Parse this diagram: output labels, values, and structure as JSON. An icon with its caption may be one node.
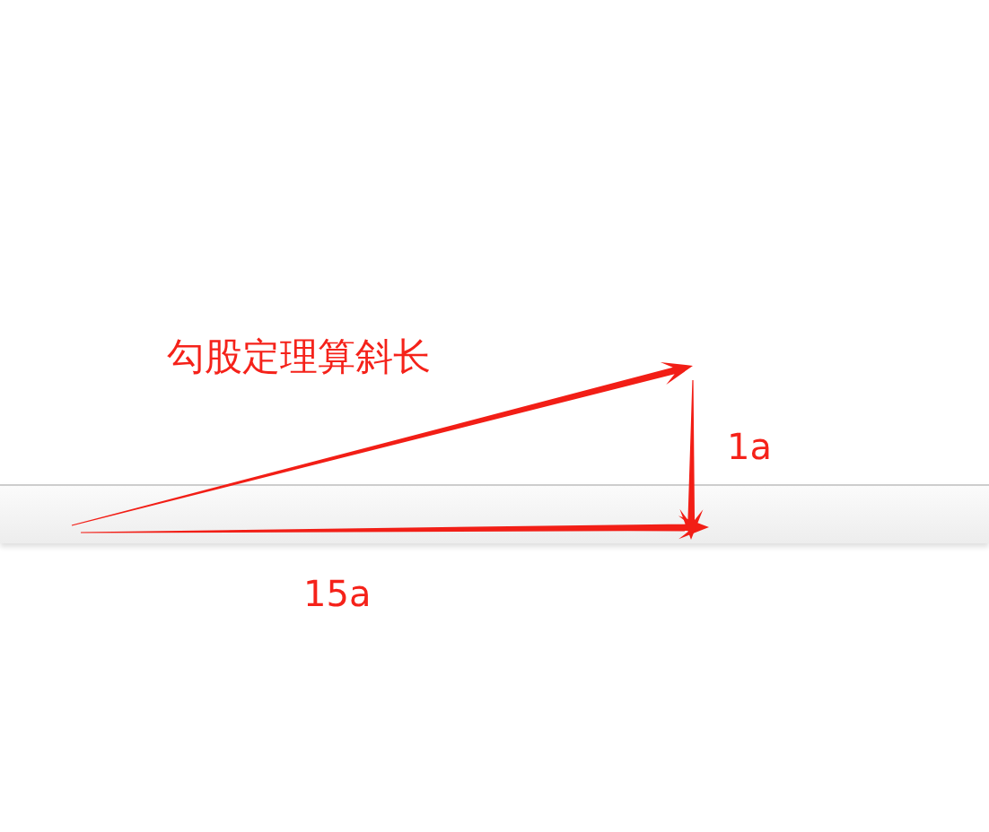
{
  "diagram": {
    "labels": [
      "勾股定理算斜长",
      "1a",
      "15a"
    ]
  }
}
